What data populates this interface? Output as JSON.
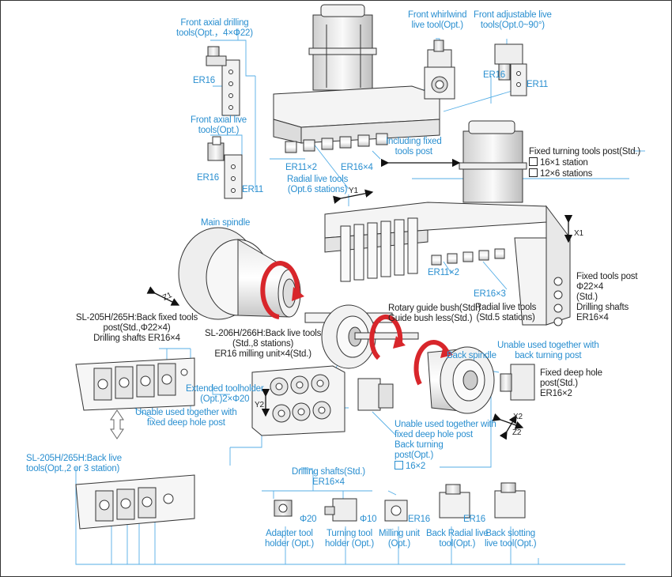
{
  "colors": {
    "label_blue": "#2a8fd0",
    "label_black": "#222222",
    "rotation_red": "#d8262b"
  },
  "axes": {
    "x1": "X1",
    "y1": "Y1",
    "z1": "Z1",
    "y2": "Y2",
    "x2": "X2",
    "z2": "Z2"
  },
  "labels": {
    "er16": "ER16",
    "er11": "ER11",
    "er11x2": "ER11×2",
    "er16x4": "ER16×4",
    "er16x3": "ER16×3",
    "phi20": "Φ20",
    "phi10": "Φ10",
    "front_axial_drilling": [
      "Front axial drilling",
      "tools(Opt.，4×Φ22)"
    ],
    "front_axial_live": [
      "Front axial live",
      "tools(Opt.)"
    ],
    "front_whirlwind": [
      "Front whirlwind",
      "live tool(Opt.)"
    ],
    "front_adjustable": [
      "Front adjustable live",
      "tools(Opt.0~90°)"
    ],
    "including_fixed": [
      "Including fixed",
      "tools post"
    ],
    "fixed_turning": [
      "Fixed turning tools post(Std.)",
      "16×1 station",
      "12×6 stations"
    ],
    "radial_live_top": [
      "Radial live tools",
      "(Opt.6 stations)"
    ],
    "main_spindle": "Main spindle",
    "radial_live_right": [
      "Radial live tools",
      "(Std.5 stations)"
    ],
    "fixed_tools_post_right": [
      "Fixed tools post",
      "Φ22×4",
      "(Std.)",
      "Drilling shafts",
      "ER16×4"
    ],
    "rotary_guide": [
      "Rotary guide bush(Std.)",
      "Guide bush less(Std.)"
    ],
    "sl205_back_fixed": [
      "SL-205H/265H:Back fixed tools",
      "post(Std.,Φ22×4)",
      "Drilling shafts ER16×4"
    ],
    "sl206_back_live": [
      "SL-206H/266H:Back live tools",
      "(Std.,8 stations)",
      "ER16 milling unit×4(Std.)"
    ],
    "back_spindle": "Back spindle",
    "unable_back_turning": [
      "Unable used together with",
      "back turning post"
    ],
    "fixed_deep_hole": [
      "Fixed deep hole",
      "post(Std.)",
      "ER16×2"
    ],
    "extended_toolholder": [
      "Extended toolholder",
      "(Opt.)2×Φ20"
    ],
    "unable_deep_hole_left": [
      "Unable used together with",
      "fixed deep hole post"
    ],
    "unable_deep_hole_center": [
      "Unable used together with",
      "fixed deep hole post"
    ],
    "back_turning_post": [
      "Back turning",
      "post(Opt.)",
      "16×2"
    ],
    "sl205_back_live": [
      "SL-205H/265H:Back live",
      "tools(Opt.,2 or 3 station)"
    ],
    "drilling_shafts": [
      "Drilling shafts(Std.)",
      "ER16×4"
    ],
    "adapter": [
      "Adapter tool",
      "holder (Opt.)"
    ],
    "turning_holder": [
      "Turning tool",
      "holder (Opt.)"
    ],
    "milling_unit": [
      "Milling unit",
      "(Opt.)"
    ],
    "back_radial_live": [
      "Back Radial live",
      "tool(Opt.)"
    ],
    "back_slotting": [
      "Back slotting",
      "live tool(Opt.)"
    ]
  }
}
